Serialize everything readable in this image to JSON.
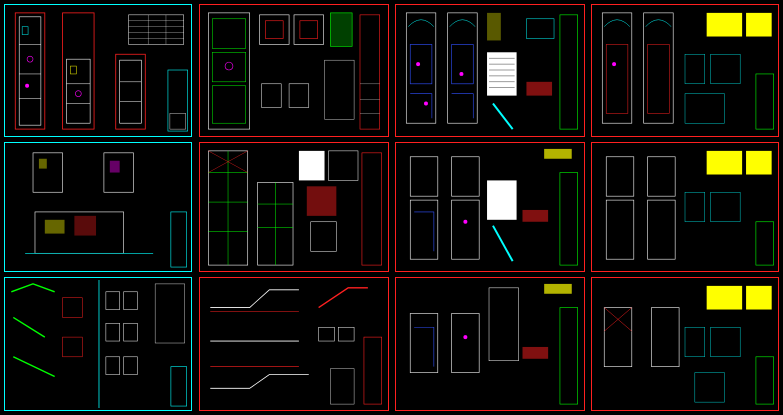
{
  "canvas": {
    "background": "#000000"
  },
  "colors": {
    "cyan": "#00ffff",
    "red": "#ff2020",
    "white": "#ffffff",
    "yellow": "#ffff00",
    "green": "#00ff00",
    "magenta": "#ff00ff",
    "blue": "#3050ff",
    "gray": "#9a9a9a"
  },
  "sheets": [
    {
      "id": "s1",
      "border": "#00ffff",
      "kind": "plans-tall"
    },
    {
      "id": "s2",
      "border": "#ff2020",
      "kind": "plans-details"
    },
    {
      "id": "s3",
      "border": "#ff2020",
      "kind": "install-plans"
    },
    {
      "id": "s4",
      "border": "#ff2020",
      "kind": "install-plans-yellow"
    },
    {
      "id": "s5",
      "border": "#00ffff",
      "kind": "elevations"
    },
    {
      "id": "s6",
      "border": "#ff2020",
      "kind": "structure"
    },
    {
      "id": "s7",
      "border": "#ff2020",
      "kind": "install-plans-small"
    },
    {
      "id": "s8",
      "border": "#ff2020",
      "kind": "install-plans-yellow-small"
    },
    {
      "id": "s9",
      "border": "#00ffff",
      "kind": "stairs"
    },
    {
      "id": "s10",
      "border": "#ff2020",
      "kind": "sections"
    },
    {
      "id": "s11",
      "border": "#ff2020",
      "kind": "install-plans-small"
    },
    {
      "id": "s12",
      "border": "#ff2020",
      "kind": "install-plans-yellow-small"
    }
  ]
}
